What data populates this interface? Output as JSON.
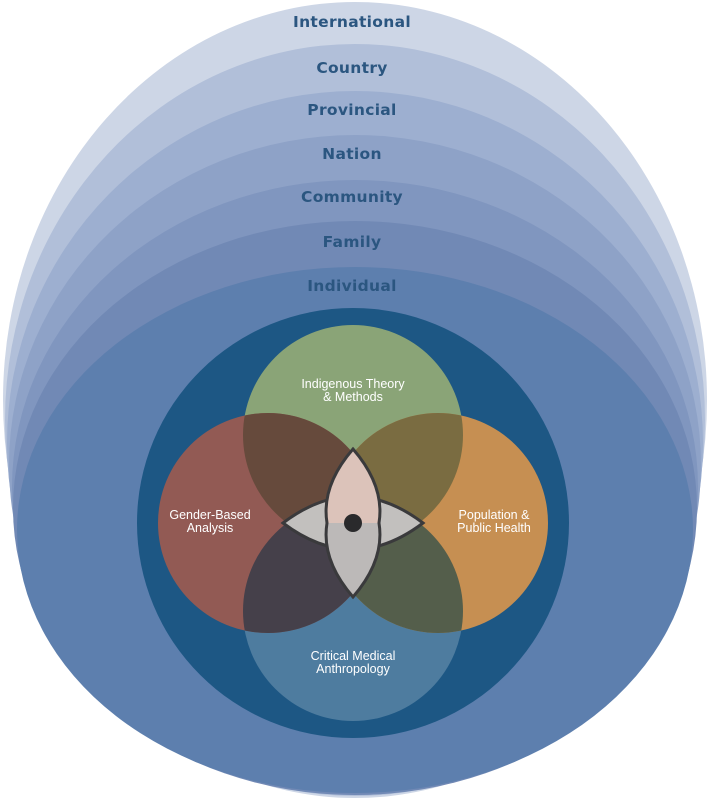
{
  "rings": [
    {
      "label": "International",
      "fill": "#cdd6e6"
    },
    {
      "label": "Country",
      "fill": "#b1bfd9"
    },
    {
      "label": "Provincial",
      "fill": "#9dafd0"
    },
    {
      "label": "Nation",
      "fill": "#8ea2c7"
    },
    {
      "label": "Community",
      "fill": "#8096bf"
    },
    {
      "label": "Family",
      "fill": "#7189b5"
    },
    {
      "label": "Individual",
      "fill": "#5d7fae"
    }
  ],
  "ring_label_color": "#2b5680",
  "core_color": "#1d5784",
  "circles": {
    "top": {
      "lines": [
        "Indigenous Theory",
        "& Methods"
      ],
      "fill": "#8aa477"
    },
    "left": {
      "lines": [
        "Gender-Based",
        "Analysis"
      ],
      "fill": "#925a54"
    },
    "right": {
      "lines": [
        "Population &",
        "Public Health"
      ],
      "fill": "#c68f52"
    },
    "bottom": {
      "lines": [
        "Critical Medical",
        "Anthropology"
      ],
      "fill": "#4e7c9f"
    }
  },
  "overlap_colors": {
    "top_left": "#664a3c",
    "top_right": "#7a6c41",
    "bottom_left": "#45404a",
    "bottom_right": "#545e4b"
  },
  "center_colors": {
    "top_petal": "#dcc3ba",
    "side_petals": "#c2c0be",
    "bottom_petal": "#bcb9b8",
    "outline": "#3a3a3c",
    "dot": "#2a2a2c"
  }
}
